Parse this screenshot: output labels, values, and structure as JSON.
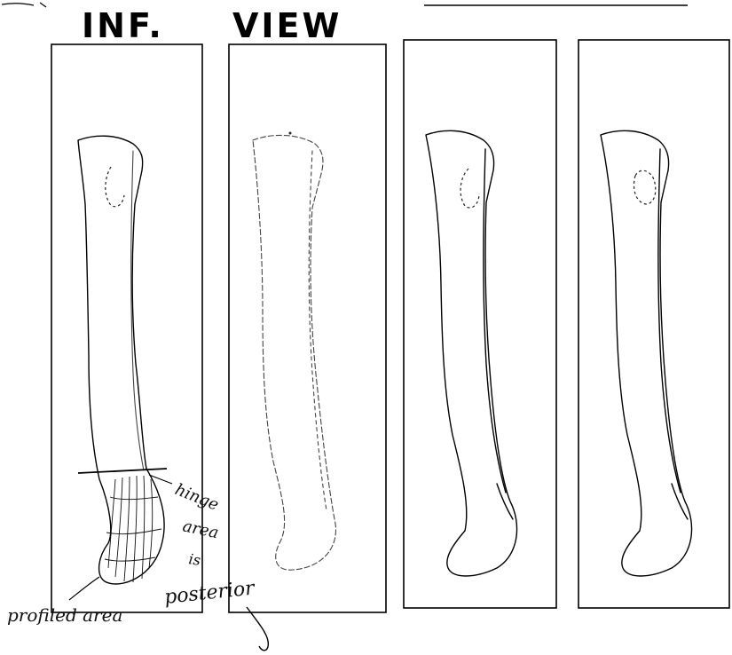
{
  "header": {
    "title_left": "INF.",
    "title_right": "VIEW"
  },
  "annotations": {
    "hinge_words": [
      "hinge",
      "area",
      "is",
      "posterior"
    ],
    "profiled_area": "profiled area"
  },
  "colors": {
    "ink": "#000000",
    "paper": "#ffffff"
  }
}
